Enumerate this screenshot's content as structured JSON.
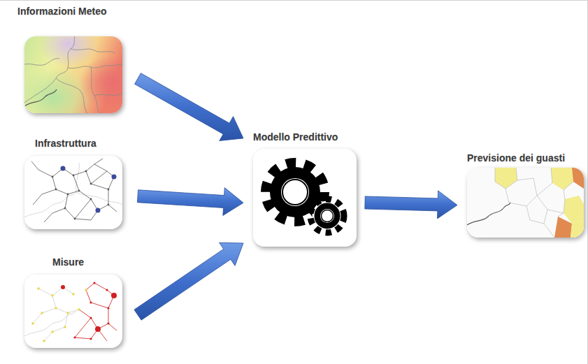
{
  "diagram": {
    "nodes": [
      {
        "text": [
          "Informazioni Meteo"
        ]
      },
      {
        "text": [
          "Infrastruttura"
        ]
      },
      {
        "text": [
          "Misure"
        ]
      },
      {
        "text": [
          "Modello Predittivo"
        ]
      },
      {
        "text": [
          "Previsione dei guasti"
        ]
      }
    ],
    "edges": [
      {
        "from": 0,
        "to": 3,
        "arrow": "to"
      },
      {
        "from": 1,
        "to": 3,
        "arrow": "to"
      },
      {
        "from": 2,
        "to": 3,
        "arrow": "to"
      },
      {
        "from": 3,
        "to": 4,
        "arrow": "to"
      }
    ]
  }
}
